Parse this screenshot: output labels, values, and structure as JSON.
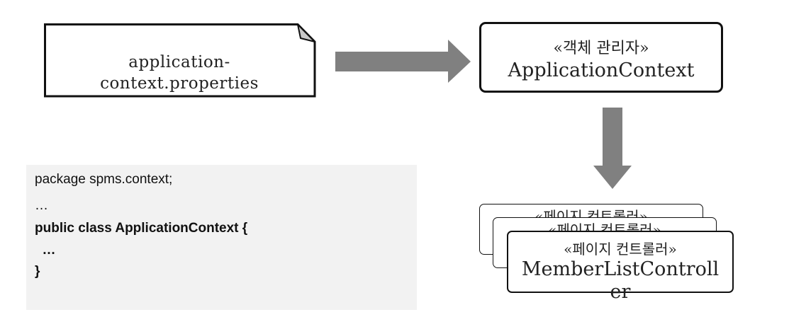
{
  "file_node": {
    "line1": "application-",
    "line2": "context.properties"
  },
  "context_node": {
    "stereotype": "«객체 관리자»",
    "name": "ApplicationContext"
  },
  "code_snippet": {
    "lines": [
      {
        "text": "package spms.context;",
        "bold": false
      },
      {
        "text": "…",
        "bold": false
      },
      {
        "text": "public class ApplicationContext {",
        "bold": true
      },
      {
        "text": "  …",
        "bold": true
      },
      {
        "text": "}",
        "bold": true
      }
    ]
  },
  "controller_stack": {
    "stereotype": "«페이지 컨트롤러»",
    "name_line1": "MemberListControll",
    "name_line2": "er"
  },
  "colors": {
    "arrow": "#808080",
    "code_background": "#f2f2f2"
  }
}
